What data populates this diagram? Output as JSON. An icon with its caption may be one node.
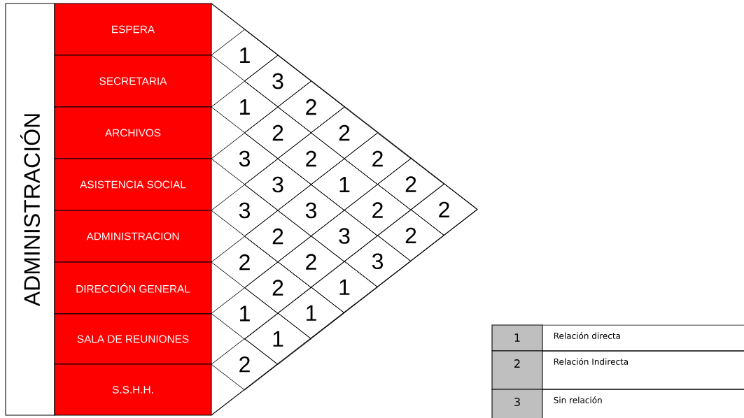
{
  "diagram": {
    "nodes": [
      {
        "text": [
          "ADMINISTRACIÓN"
        ]
      },
      {
        "text": [
          "ESPERA"
        ]
      },
      {
        "text": [
          "SECRETARIA"
        ]
      },
      {
        "text": [
          "ARCHIVOS"
        ]
      },
      {
        "text": [
          "ASISTENCIA SOCIAL"
        ]
      },
      {
        "text": [
          "ADMINISTRACION"
        ]
      },
      {
        "text": [
          "DIRECCIÓN GENERAL"
        ]
      },
      {
        "text": [
          "SALA DE REUNIONES"
        ]
      },
      {
        "text": [
          "S.S.H.H."
        ]
      },
      {
        "text": [
          "1"
        ]
      },
      {
        "text": [
          "3"
        ]
      },
      {
        "text": [
          "1"
        ]
      },
      {
        "text": [
          "2"
        ]
      },
      {
        "text": [
          "2"
        ]
      },
      {
        "text": [
          "2"
        ]
      },
      {
        "text": [
          "3"
        ]
      },
      {
        "text": [
          "2"
        ]
      },
      {
        "text": [
          "2"
        ]
      },
      {
        "text": [
          "3"
        ]
      },
      {
        "text": [
          "1"
        ]
      },
      {
        "text": [
          "2"
        ]
      },
      {
        "text": [
          "3"
        ]
      },
      {
        "text": [
          "3"
        ]
      },
      {
        "text": [
          "2"
        ]
      },
      {
        "text": [
          "2"
        ]
      },
      {
        "text": [
          "2"
        ]
      },
      {
        "text": [
          "3"
        ]
      },
      {
        "text": [
          "2"
        ]
      },
      {
        "text": [
          "2"
        ]
      },
      {
        "text": [
          "2"
        ]
      },
      {
        "text": [
          "3"
        ]
      },
      {
        "text": [
          "2"
        ]
      },
      {
        "text": [
          "1"
        ]
      },
      {
        "text": [
          "1"
        ]
      },
      {
        "text": [
          "1"
        ]
      },
      {
        "text": [
          "1"
        ]
      },
      {
        "text": [
          "2"
        ]
      }
    ],
    "labels": [
      "1",
      "Relación directa",
      "2",
      "Relación Indirecta",
      "3",
      "Sin relación"
    ]
  }
}
